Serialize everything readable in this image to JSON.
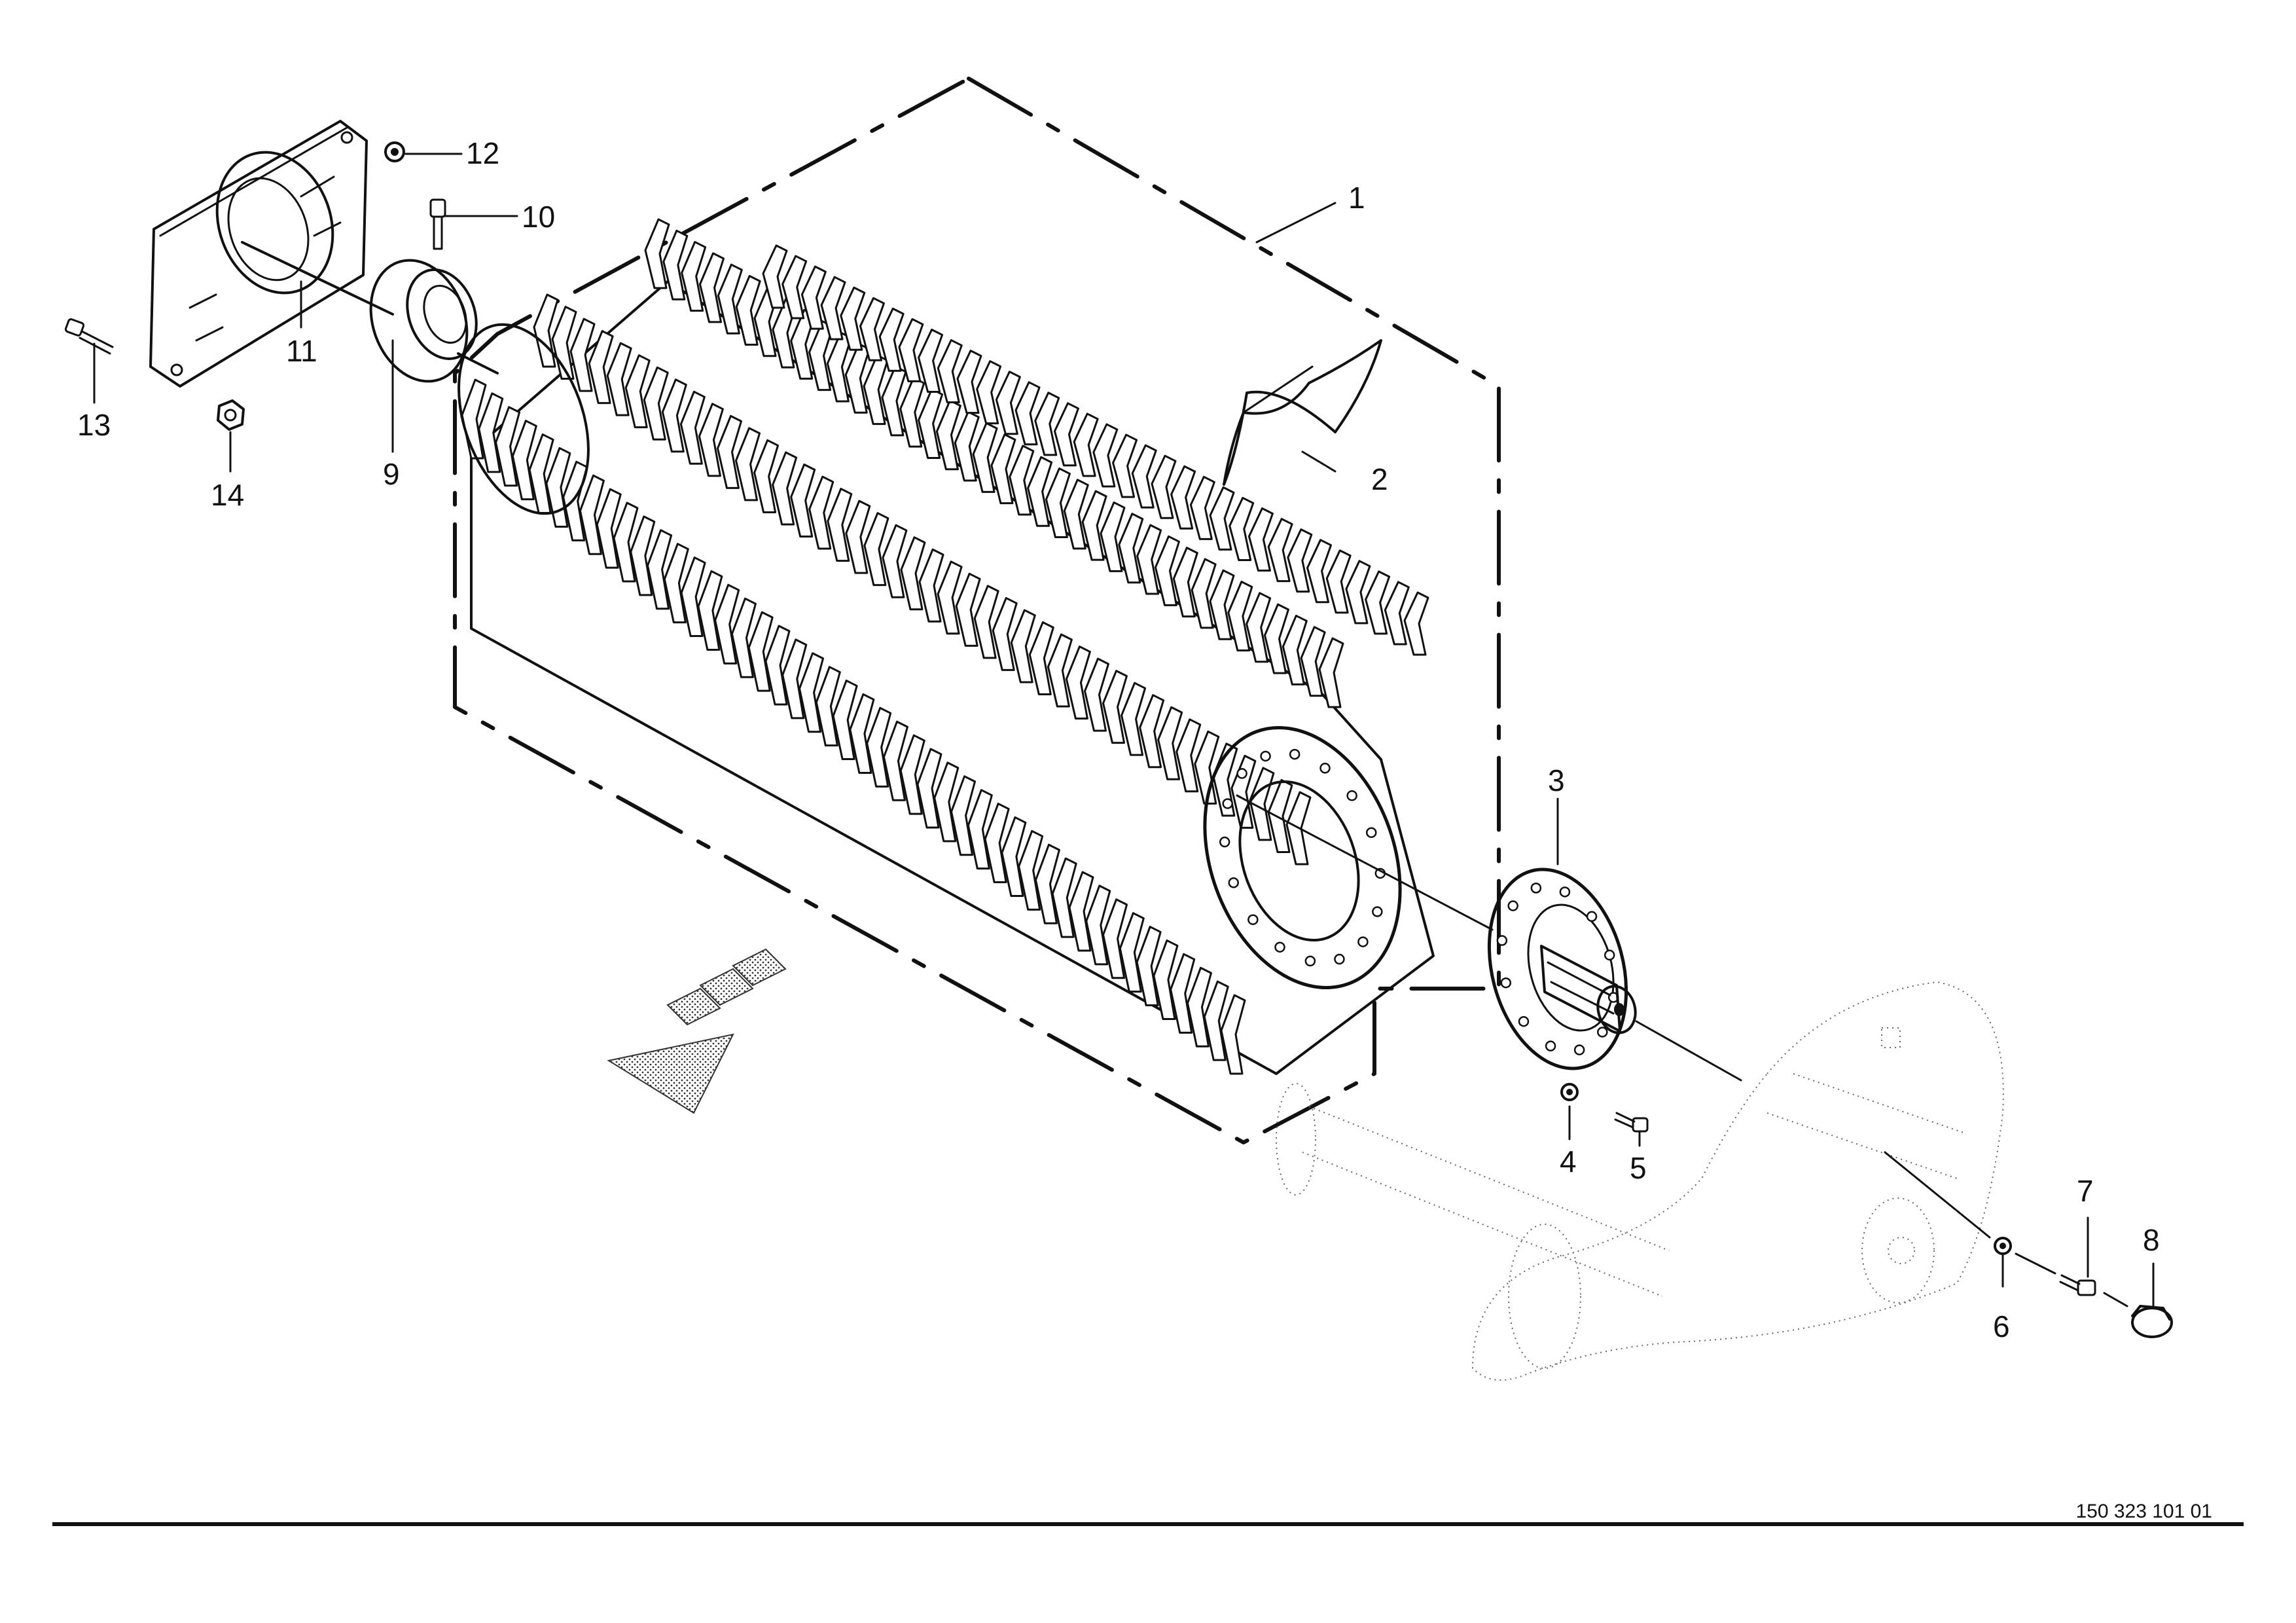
{
  "drawing": {
    "reference_number": "150 323 101 01",
    "callouts": [
      "1",
      "2",
      "3",
      "4",
      "5",
      "6",
      "7",
      "8",
      "9",
      "10",
      "11",
      "12",
      "13",
      "14"
    ]
  }
}
